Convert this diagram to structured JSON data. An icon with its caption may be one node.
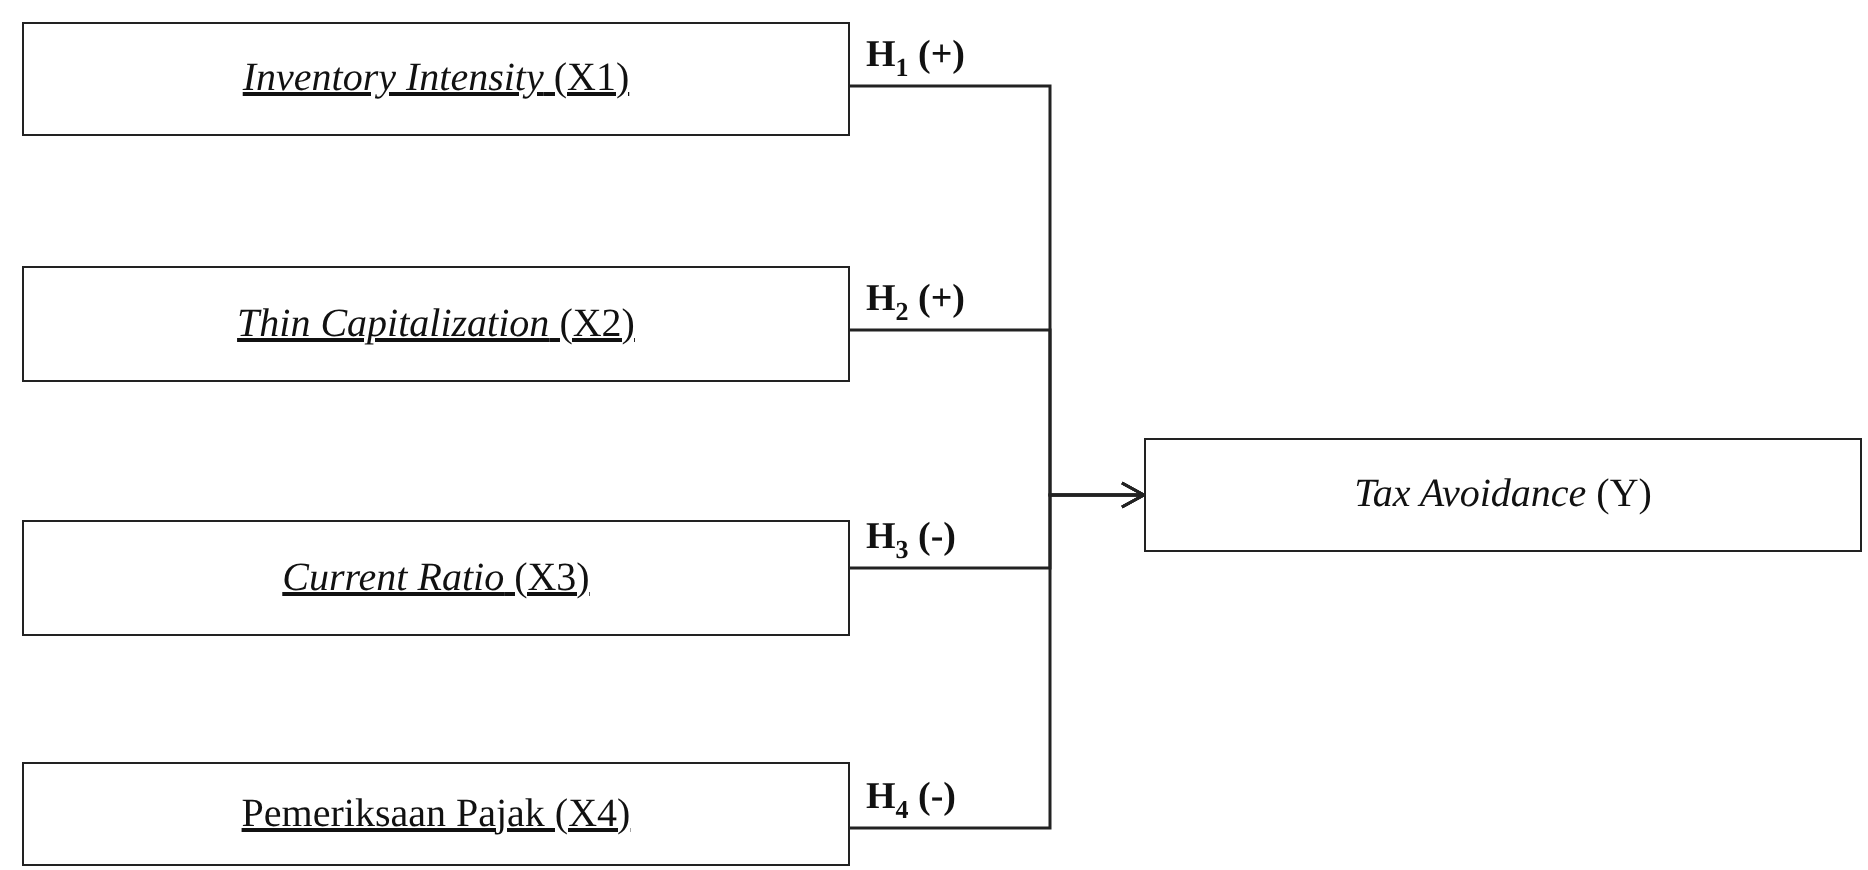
{
  "diagram": {
    "nodes": [
      {
        "text": [
          "*Inventory Intensity* (X1)"
        ]
      },
      {
        "text": [
          "*Thin Capitalization* (X2)"
        ]
      },
      {
        "text": [
          "*Current Ratio* (X3)"
        ]
      },
      {
        "text": [
          "Pemeriksaan Pajak (X4)"
        ]
      },
      {
        "text": [
          "*Tax Avoidance* (Y)"
        ]
      }
    ],
    "edges": [
      {
        "from": 0,
        "to": 4,
        "arrow": "to",
        "label": "H$_{1}$ (+)"
      },
      {
        "from": 1,
        "to": 4,
        "arrow": "to",
        "label": "H$_{2}$ (+)"
      },
      {
        "from": 2,
        "to": 4,
        "arrow": "to",
        "label": "H$_{3}$ (-)"
      },
      {
        "from": 3,
        "to": 4,
        "arrow": "to",
        "label": "H$_{4}$ (-)"
      }
    ]
  }
}
